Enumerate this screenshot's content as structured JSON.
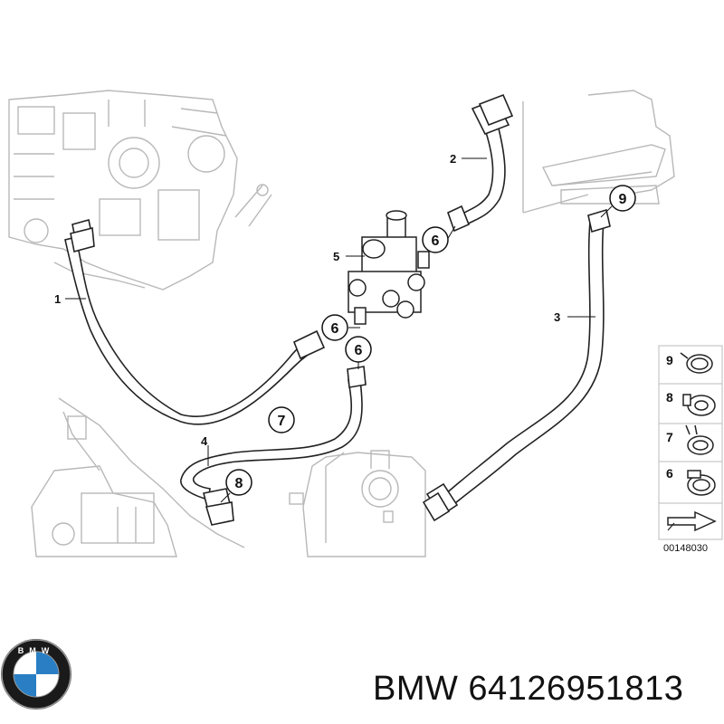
{
  "diagram": {
    "callouts": [
      {
        "id": "1",
        "label": "1"
      },
      {
        "id": "2",
        "label": "2"
      },
      {
        "id": "3",
        "label": "3"
      },
      {
        "id": "4",
        "label": "4"
      },
      {
        "id": "5",
        "label": "5"
      }
    ],
    "circled_callouts": [
      {
        "id": "6a",
        "label": "6"
      },
      {
        "id": "6b",
        "label": "6"
      },
      {
        "id": "6c",
        "label": "6"
      },
      {
        "id": "7",
        "label": "7"
      },
      {
        "id": "8",
        "label": "8"
      },
      {
        "id": "9",
        "label": "9"
      }
    ],
    "legend": {
      "items": [
        {
          "label": "9",
          "icon": "clamp-wire-icon"
        },
        {
          "label": "8",
          "icon": "clamp-band-icon"
        },
        {
          "label": "7",
          "icon": "clamp-spring-icon"
        },
        {
          "label": "6",
          "icon": "clamp-screw-icon"
        }
      ],
      "direction_icon": "arrow-icon"
    },
    "drawing_code": "00148030"
  },
  "caption": {
    "brand": "BMW",
    "part_number": "64126951813",
    "text": "BMW 64126951813",
    "logo_letters": "BMW"
  },
  "colors": {
    "logo_blue": "#2a7fc4",
    "logo_ring": "#1a1a1a",
    "line": "#222222",
    "ghost": "#b8b8b8"
  }
}
